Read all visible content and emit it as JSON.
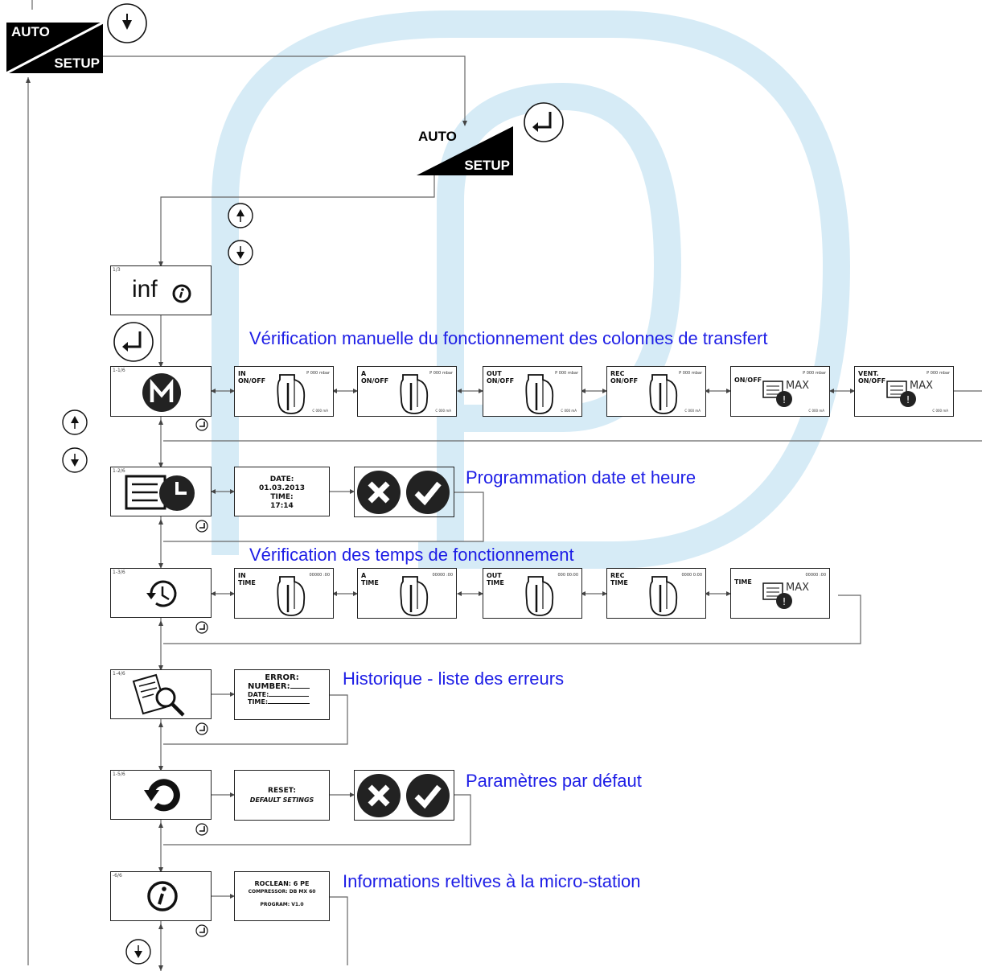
{
  "auto_setup": {
    "top": "AUTO",
    "bottom": "SETUP"
  },
  "info_label": "inf",
  "section_titles": {
    "manual": "Vérification manuelle du fonctionnement des colonnes de transfert",
    "datetime": "Programmation date et heure",
    "runtimes": "Vérification des temps de fonctionnement",
    "history": "Historique - liste des erreurs",
    "defaults": "Paramètres par défaut",
    "info": "Informations reltives à la micro-station"
  },
  "menu_indices": [
    "1/3",
    "1-1/6",
    "1-2/6",
    "1-3/6",
    "1-4/6",
    "1-5/6",
    "-6/6"
  ],
  "manual_displays": [
    {
      "label": "IN\nON/OFF",
      "value": "P 000 mbar",
      "bottom": "C 000 mA"
    },
    {
      "label": "A\nON/OFF",
      "value": "P 000 mbar",
      "bottom": "C 000 mA"
    },
    {
      "label": "OUT\nON/OFF",
      "value": "P 000 mbar",
      "bottom": "C 000 mA"
    },
    {
      "label": "REC\nON/OFF",
      "value": "P 000 mbar",
      "bottom": "C 000 mA"
    },
    {
      "label": "ON/OFF",
      "value": "P 000 mbar",
      "bottom": "C 000 mA",
      "extra": "MAX"
    },
    {
      "label": "VENT.\nON/OFF",
      "value": "P 000 mbar",
      "bottom": "C 000 mA",
      "extra": "MAX"
    }
  ],
  "time_displays": [
    {
      "label": "IN\nTIME",
      "value": "00000 :00"
    },
    {
      "label": "A\nTIME",
      "value": "00000 :00"
    },
    {
      "label": "OUT\nTIME",
      "value": "000 00:00"
    },
    {
      "label": "REC\nTIME",
      "value": "0000 0:00"
    },
    {
      "label": "TIME",
      "value": "00000 :00",
      "extra": "MAX"
    }
  ],
  "datetime_display": {
    "date_label": "DATE:",
    "date": "01.03.2013",
    "time_label": "TIME:",
    "time": "17:14"
  },
  "error_display": {
    "error": "ERROR:",
    "number": "NUMBER:",
    "date": "DATE:",
    "time": "TIME:"
  },
  "reset_display": {
    "reset": "RESET:",
    "sub": "DEFAULT SETINGS"
  },
  "info_display": {
    "name": "ROCLEAN: 6 PE",
    "compressor": "COMPRESSOR: DB MX 60",
    "program": "PROGRAM: V1.0"
  }
}
